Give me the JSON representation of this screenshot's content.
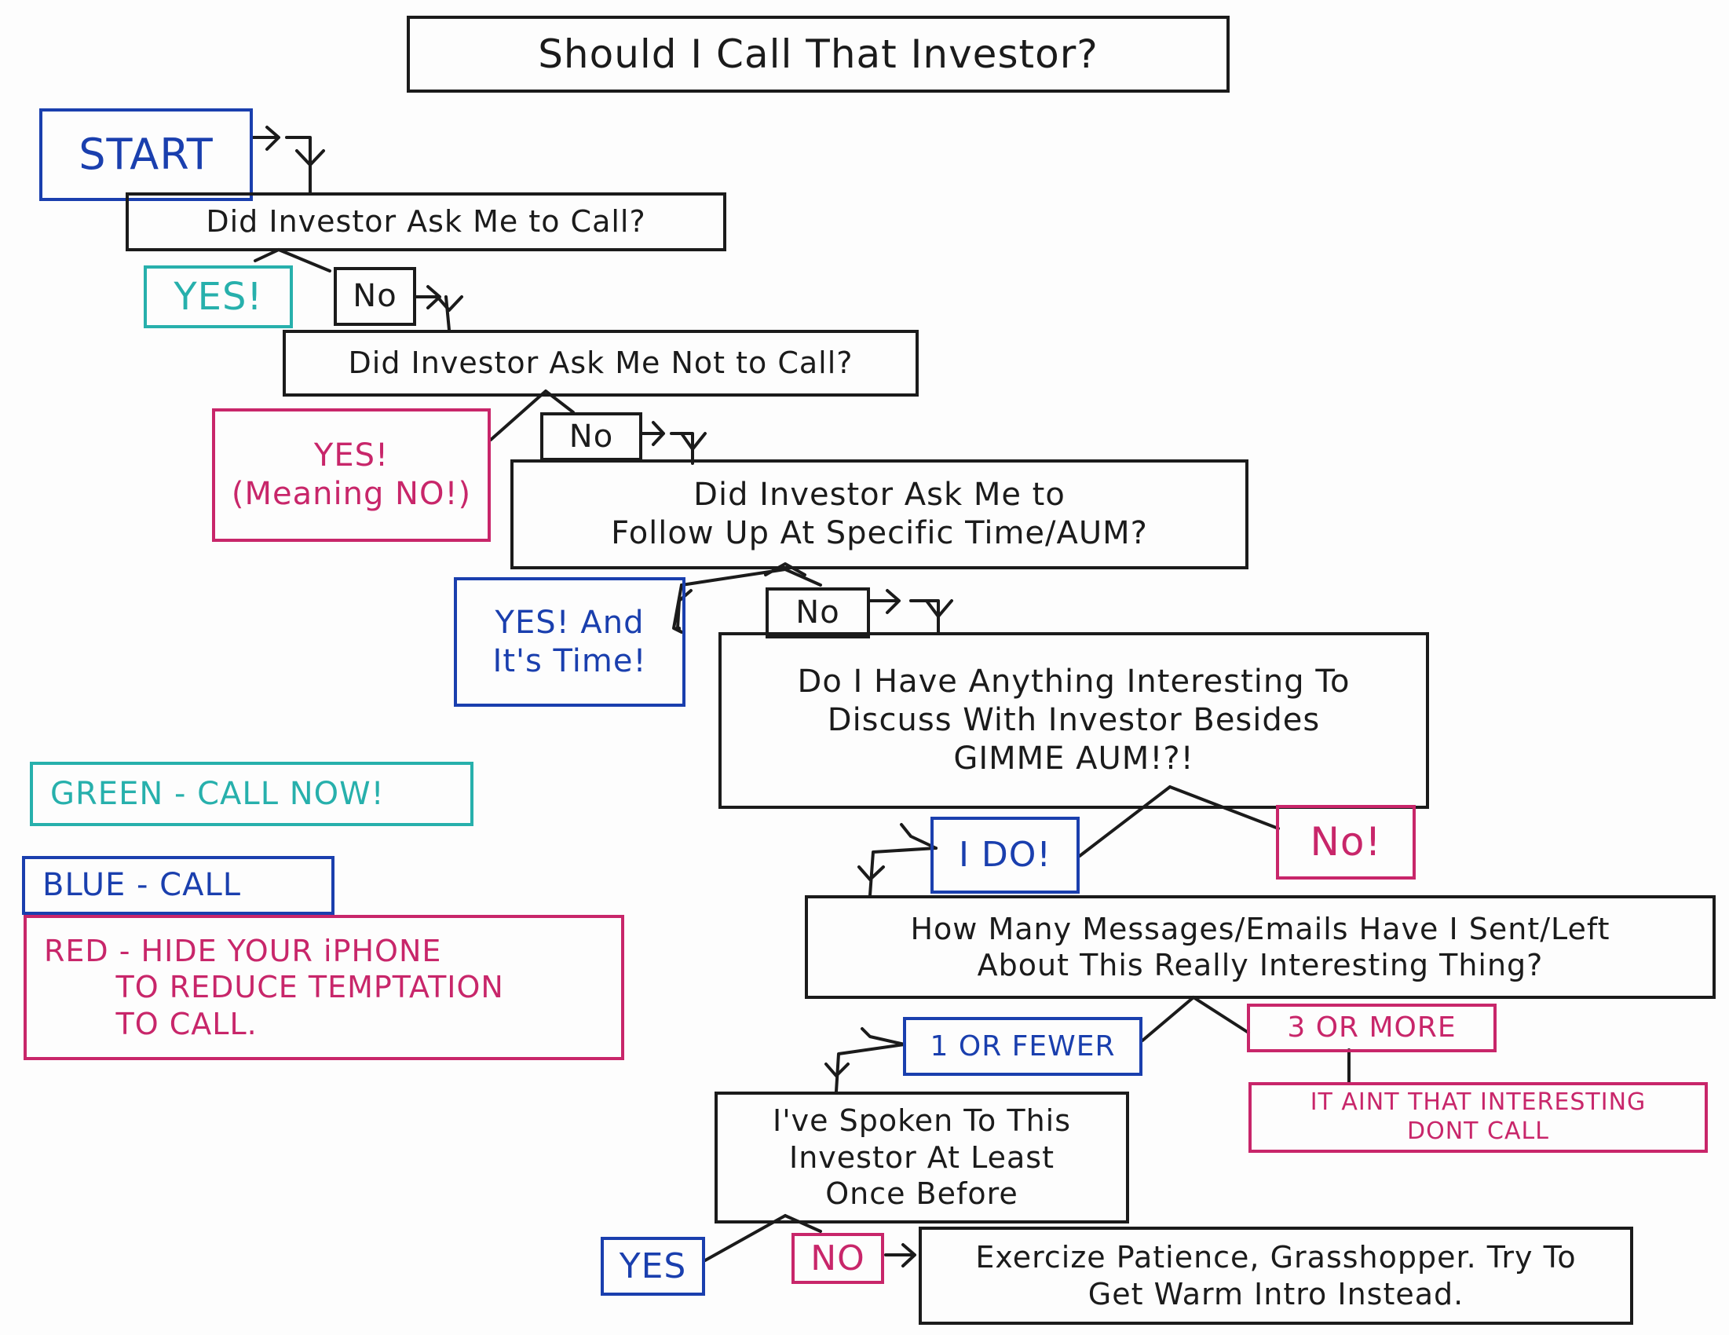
{
  "title": "Should I Call That Investor?",
  "colors": {
    "ink": "#1b1b1b",
    "green": "#27b0ac",
    "blue": "#1a3fae",
    "red": "#c8266a"
  },
  "nodes": {
    "start": "START",
    "q1": "Did Investor Ask Me to Call?",
    "q1_yes": "YES!",
    "q1_no": "No",
    "q2": "Did Investor Ask Me Not to Call?",
    "q2_yes": "YES!\n(Meaning NO!)",
    "q2_no": "No",
    "q3": "Did Investor Ask Me to\nFollow Up At Specific Time/AUM?",
    "q3_yes": "YES! And\nIt's Time!",
    "q3_no": "No",
    "q4": "Do I Have Anything Interesting To\nDiscuss With Investor Besides\nGIMME AUM!?!",
    "q4_yes": "I DO!",
    "q4_no": "No!",
    "q5": "How Many Messages/Emails Have I Sent/Left\nAbout This Really Interesting Thing?",
    "q5_few": "1 OR FEWER",
    "q5_many": "3 OR MORE",
    "not_interesting": "IT AINT THAT INTERESTING\nDONT CALL",
    "q6": "I've Spoken To This\nInvestor At Least\nOnce Before",
    "q6_yes": "YES",
    "q6_no": "NO",
    "patience": "Exercize Patience, Grasshopper. Try To\nGet Warm Intro Instead."
  },
  "legend": {
    "green": "GREEN - CALL NOW!",
    "blue": "BLUE - CALL",
    "red": "RED - HIDE YOUR iPHONE\n       TO REDUCE TEMPTATION\n       TO CALL."
  }
}
